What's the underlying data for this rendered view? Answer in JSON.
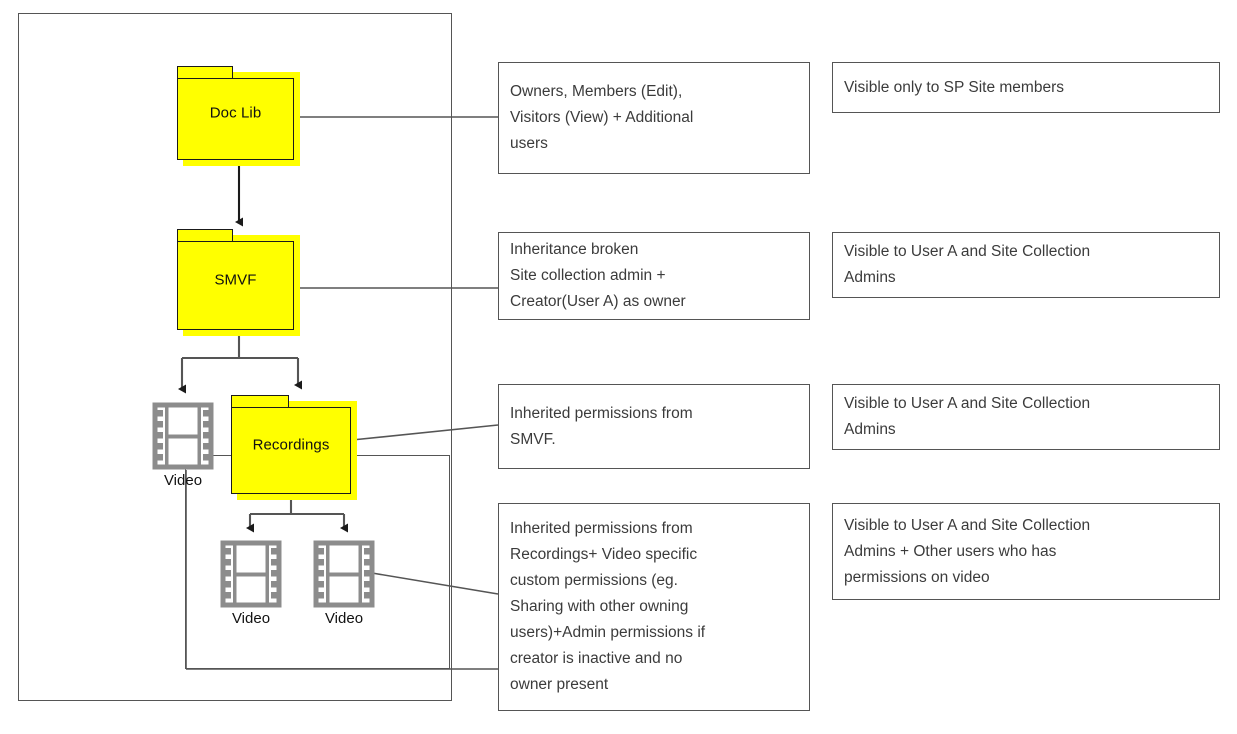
{
  "diagram": {
    "title": "SharePoint video folder permissions inheritance diagram",
    "colors": {
      "folder_fill": "#ffff00",
      "folder_stroke": "#1a1a1a",
      "box_stroke": "#555555",
      "text": "#3b3b3b",
      "icon_stroke": "#808080",
      "background": "#ffffff"
    },
    "nodes": [
      {
        "id": "doc-lib",
        "type": "folder",
        "label": "Doc Lib"
      },
      {
        "id": "smvf",
        "type": "folder",
        "label": "SMVF"
      },
      {
        "id": "recordings",
        "type": "folder",
        "label": "Recordings"
      },
      {
        "id": "video-1",
        "type": "video",
        "label": "Video"
      },
      {
        "id": "video-2",
        "type": "video",
        "label": "Video"
      },
      {
        "id": "video-3",
        "type": "video",
        "label": "Video"
      }
    ],
    "permission_notes": [
      {
        "id": "note-doc-lib",
        "for": "doc-lib",
        "text": "Owners, Members (Edit),\nVisitors (View) + Additional\nusers"
      },
      {
        "id": "note-smvf",
        "for": "smvf",
        "text": "Inheritance broken\nSite collection admin +\nCreator(User A) as owner"
      },
      {
        "id": "note-recordings",
        "for": "recordings",
        "text": "Inherited permissions from\nSMVF."
      },
      {
        "id": "note-videos",
        "for": "video-3",
        "text": "Inherited permissions from\nRecordings+ Video specific\ncustom permissions (eg.\nSharing with other owning\nusers)+Admin permissions if\ncreator is inactive and no\nowner present"
      }
    ],
    "visibility_notes": [
      {
        "id": "visibility-doc-lib",
        "text": "Visible only to SP Site members"
      },
      {
        "id": "visibility-smvf",
        "text": "Visible to User A and Site Collection\nAdmins"
      },
      {
        "id": "visibility-recordings",
        "text": "Visible to User A and Site Collection\nAdmins"
      },
      {
        "id": "visibility-videos",
        "text": "Visible to User A and Site Collection\nAdmins + Other users who has\npermissions on video"
      }
    ]
  }
}
